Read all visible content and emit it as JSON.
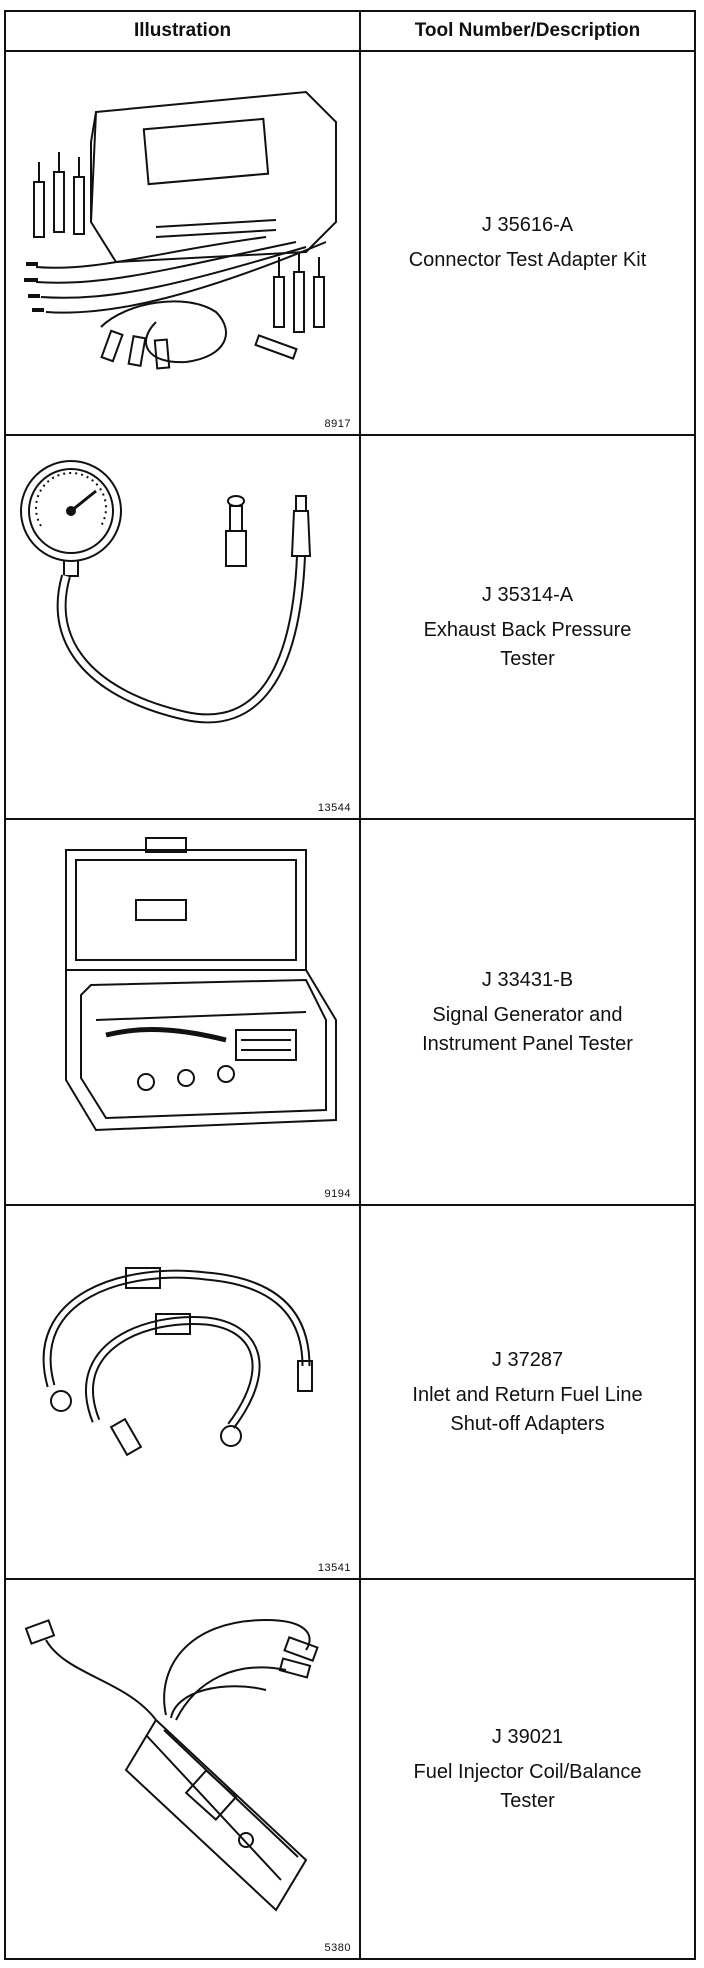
{
  "header": {
    "col_illustration": "Illustration",
    "col_tool": "Tool Number/Description"
  },
  "tools": [
    {
      "figure_no": "8917",
      "tool_number": "J 35616-A",
      "description_lines": [
        "Connector Test Adapter Kit"
      ]
    },
    {
      "figure_no": "13544",
      "tool_number": "J 35314-A",
      "description_lines": [
        "Exhaust Back Pressure",
        "Tester"
      ]
    },
    {
      "figure_no": "9194",
      "tool_number": "J 33431-B",
      "description_lines": [
        "Signal Generator and",
        "Instrument Panel Tester"
      ]
    },
    {
      "figure_no": "13541",
      "tool_number": "J 37287",
      "description_lines": [
        "Inlet and Return Fuel Line",
        "Shut-off Adapters"
      ]
    },
    {
      "figure_no": "5380",
      "tool_number": "J 39021",
      "description_lines": [
        "Fuel Injector Coil/Balance",
        "Tester"
      ]
    }
  ]
}
